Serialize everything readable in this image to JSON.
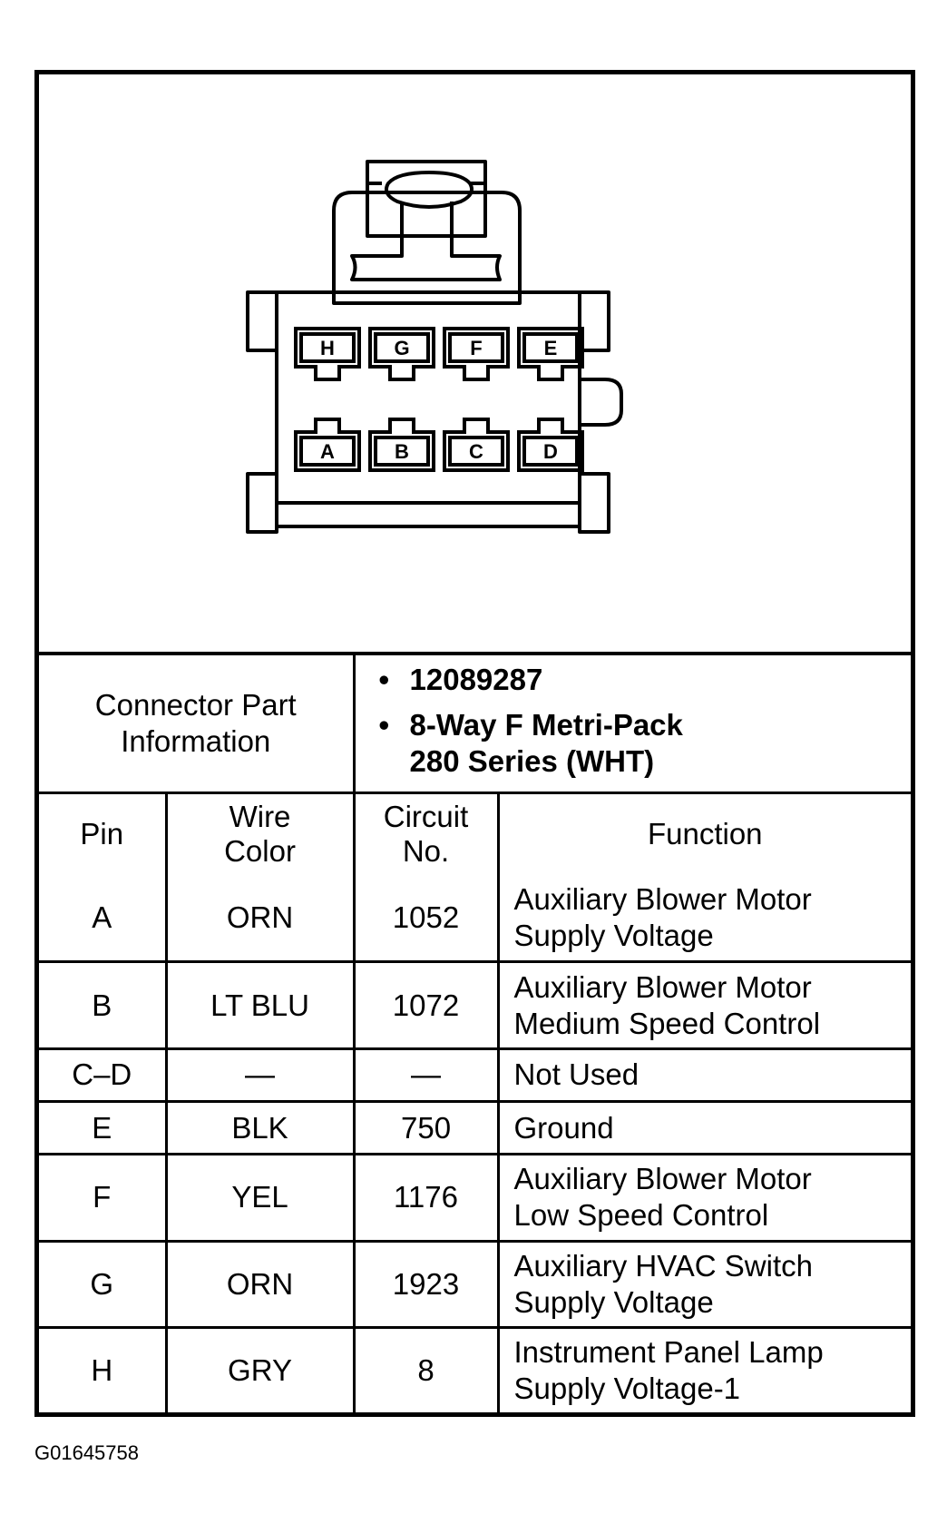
{
  "connector": {
    "pins_top": [
      "H",
      "G",
      "F",
      "E"
    ],
    "pins_bottom": [
      "A",
      "B",
      "C",
      "D"
    ]
  },
  "part_info": {
    "label_line1": "Connector Part",
    "label_line2": "Information",
    "items": [
      {
        "lines": [
          "12089287"
        ]
      },
      {
        "lines": [
          "8-Way F Metri-Pack",
          "280 Series (WHT)"
        ]
      }
    ],
    "bullet": "•"
  },
  "table": {
    "headers": {
      "pin": "Pin",
      "wire_color": [
        "Wire",
        "Color"
      ],
      "circuit_no": [
        "Circuit",
        "No."
      ],
      "function": "Function"
    },
    "rows": [
      {
        "pin": "A",
        "color": "ORN",
        "circuit": "1052",
        "function": [
          "Auxiliary Blower Motor",
          "Supply Voltage"
        ]
      },
      {
        "pin": "B",
        "color": "LT BLU",
        "circuit": "1072",
        "function": [
          "Auxiliary Blower Motor",
          "Medium Speed Control"
        ]
      },
      {
        "pin": "C–D",
        "color": "—",
        "circuit": "—",
        "function": [
          "Not Used"
        ]
      },
      {
        "pin": "E",
        "color": "BLK",
        "circuit": "750",
        "function": [
          "Ground"
        ]
      },
      {
        "pin": "F",
        "color": "YEL",
        "circuit": "1176",
        "function": [
          "Auxiliary Blower Motor",
          "Low Speed Control"
        ]
      },
      {
        "pin": "G",
        "color": "ORN",
        "circuit": "1923",
        "function": [
          "Auxiliary HVAC Switch",
          "Supply Voltage"
        ]
      },
      {
        "pin": "H",
        "color": "GRY",
        "circuit": "8",
        "function": [
          "Instrument Panel Lamp",
          "Supply Voltage-1"
        ]
      }
    ]
  },
  "figure_id": "G01645758"
}
